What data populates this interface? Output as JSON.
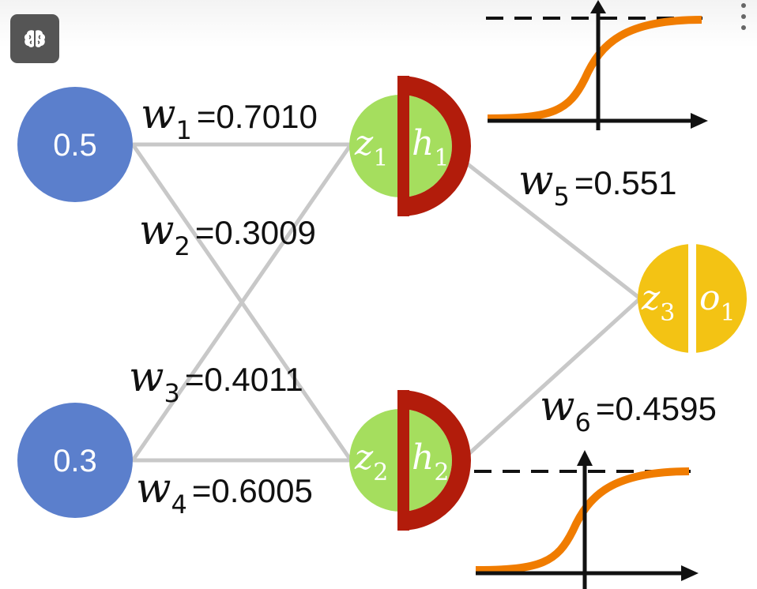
{
  "app_icon": {
    "icon": "brain-icon"
  },
  "menu_icon": {
    "icon": "more-vert-icon"
  },
  "colors": {
    "input_node": "#5b7fcc",
    "hidden_node": "#a5de5e",
    "activation_ring": "#b21c0b",
    "output_node": "#f3c314",
    "connection": "#c8c8c8",
    "sigmoid_curve": "#f07c00"
  },
  "inputs": [
    {
      "value": "0.5"
    },
    {
      "value": "0.3"
    }
  ],
  "hidden": [
    {
      "z": "z",
      "z_sub": "1",
      "h": "h",
      "h_sub": "1"
    },
    {
      "z": "z",
      "z_sub": "2",
      "h": "h",
      "h_sub": "2"
    }
  ],
  "output": {
    "z": "z",
    "z_sub": "3",
    "o": "o",
    "o_sub": "1"
  },
  "weights": [
    {
      "symbol": "w",
      "sub": "1",
      "value": "=0.7010"
    },
    {
      "symbol": "w",
      "sub": "2",
      "value": "=0.3009"
    },
    {
      "symbol": "w",
      "sub": "3",
      "value": "=0.4011"
    },
    {
      "symbol": "w",
      "sub": "4",
      "value": "=0.6005"
    },
    {
      "symbol": "w",
      "sub": "5",
      "value": "=0.551"
    },
    {
      "symbol": "w",
      "sub": "6",
      "value": "=0.4595"
    }
  ],
  "activation_plots": [
    {
      "function": "sigmoid",
      "target": "h1"
    },
    {
      "function": "sigmoid",
      "target": "h2"
    }
  ]
}
